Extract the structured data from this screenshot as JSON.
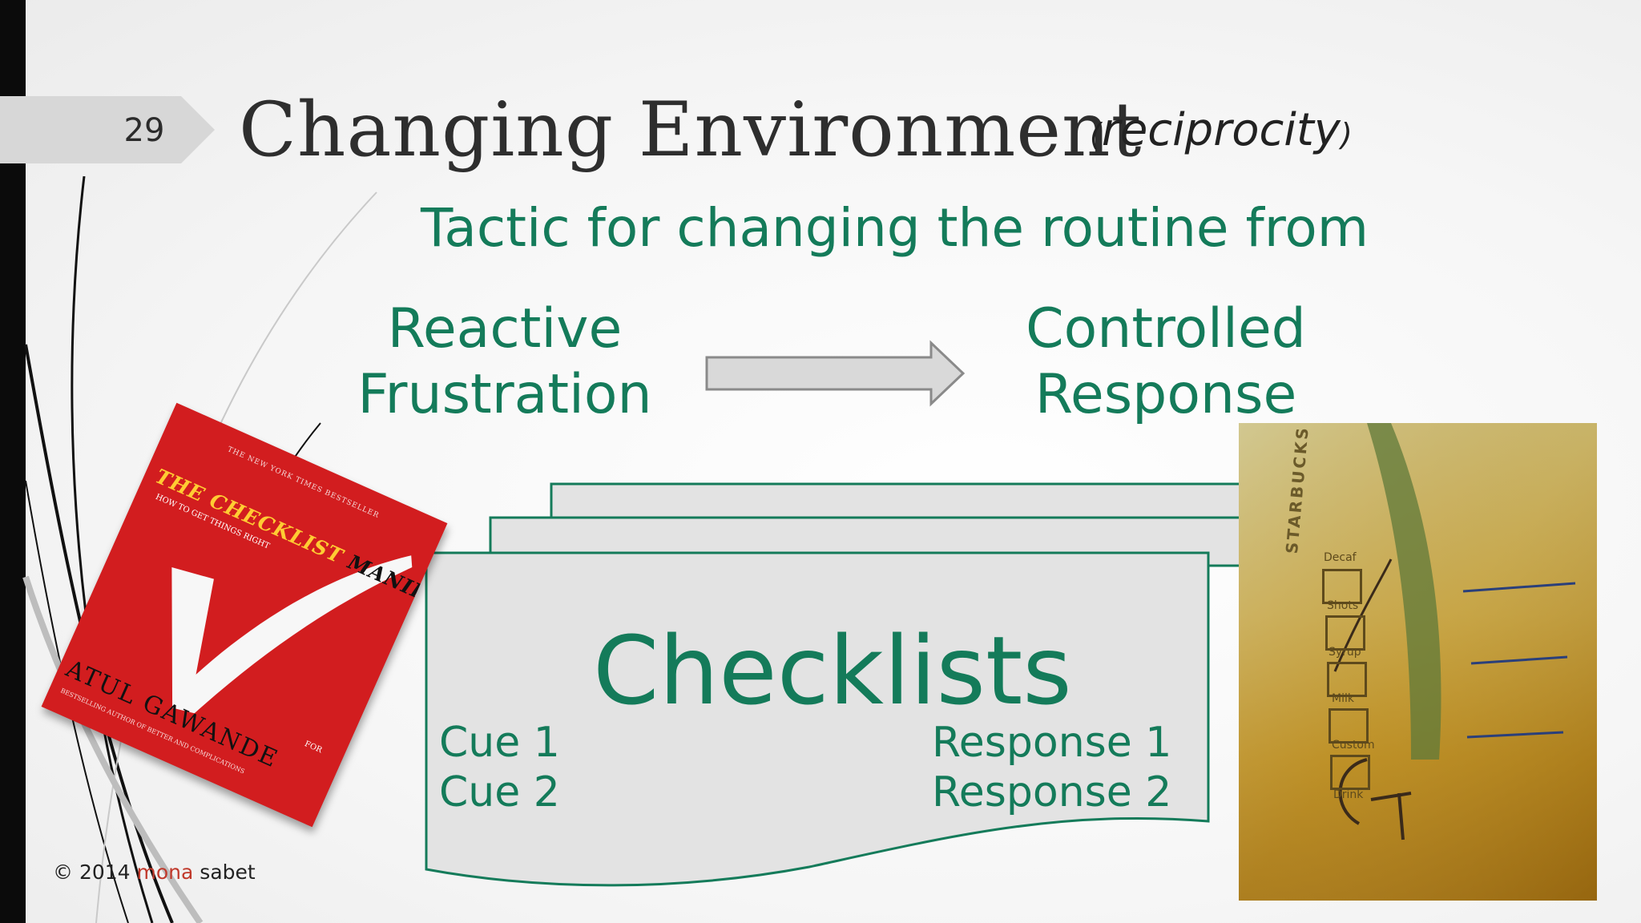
{
  "slide_number": "29",
  "title": "Changing Environment",
  "subtitle": {
    "open": "(",
    "text": "reciprocity",
    "close": ")"
  },
  "tactic": "Tactic for changing the routine from",
  "from_state": [
    "Reactive",
    "Frustration"
  ],
  "to_state": [
    "Controlled",
    "Response"
  ],
  "checklist": {
    "title": "Checklists",
    "cues": [
      "Cue 1",
      "Cue 2"
    ],
    "responses": [
      "Response 1",
      "Response 2"
    ]
  },
  "book": {
    "top": "THE NEW YORK TIMES BESTSELLER",
    "title_the": "THE",
    "title_checklist": "CHECKLIST",
    "title_manifesto": "MANIFESTO",
    "subtitle": "HOW TO GET THINGS RIGHT",
    "for": "FOR",
    "author": "ATUL GAWANDE",
    "tagline": "BESTSELLING AUTHOR OF BETTER AND COMPLICATIONS"
  },
  "cup": {
    "brand": "STARBUCKS",
    "labels": [
      "Decaf",
      "Shots",
      "Syrup",
      "Milk",
      "Custom",
      "Drink"
    ]
  },
  "copyright": {
    "prefix": "© 2014 ",
    "highlight": "mona",
    "suffix": " sabet"
  },
  "colors": {
    "accent_green": "#147b5a",
    "card_fill": "#e3e3e3",
    "book_red": "#d21d1f"
  }
}
